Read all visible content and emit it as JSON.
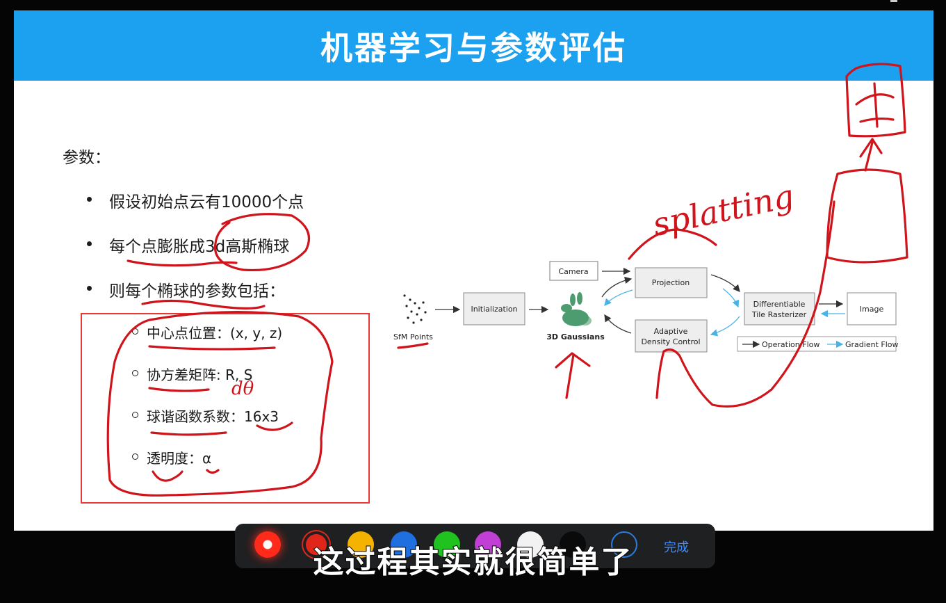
{
  "slide": {
    "title": "机器学习与参数评估",
    "params_label": "参数：",
    "bullets": [
      "假设初始点云有10000个点",
      "每个点膨胀成3d高斯椭球",
      "则每个椭球的参数包括："
    ],
    "sub_bullets": [
      "中心点位置：(x, y, z)",
      "协方差矩阵: R, S",
      "球谐函数系数：16x3",
      "透明度：α"
    ],
    "colors": {
      "banner": "#1ba1ef",
      "annotation_red": "#e53935",
      "ink": "#d0141c"
    }
  },
  "diagram": {
    "sfm_label": "SfM Points",
    "initialization": "Initialization",
    "gaussians": "3D Gaussians",
    "camera": "Camera",
    "projection": "Projection",
    "adaptive_line1": "Adaptive",
    "adaptive_line2": "Density Control",
    "rasterizer_line1": "Differentiable",
    "rasterizer_line2": "Tile Rasterizer",
    "image": "Image",
    "legend_operation": "Operation Flow",
    "legend_gradient": "Gradient Flow",
    "colors": {
      "operation": "#333333",
      "gradient": "#4ab3e6",
      "gaussian_blob": "#2e8b57"
    }
  },
  "handwriting": {
    "splatting": "splatting",
    "symbol": "dθ"
  },
  "toolbar": {
    "done_label": "完成",
    "tools": [
      "record-tool",
      "red-pen",
      "yellow-pen",
      "blue-pen",
      "green-pen",
      "purple-pen",
      "white-pen",
      "black-pen",
      "eraser-tool"
    ],
    "colors": [
      "#ff2a1a",
      "#e0261b",
      "#f5b301",
      "#1f6fe0",
      "#1fc21f",
      "#c23fd6",
      "#f2f2f2",
      "#0a0a0a",
      "#2a7de1"
    ]
  },
  "subtitle": "这过程其实就很简单了"
}
